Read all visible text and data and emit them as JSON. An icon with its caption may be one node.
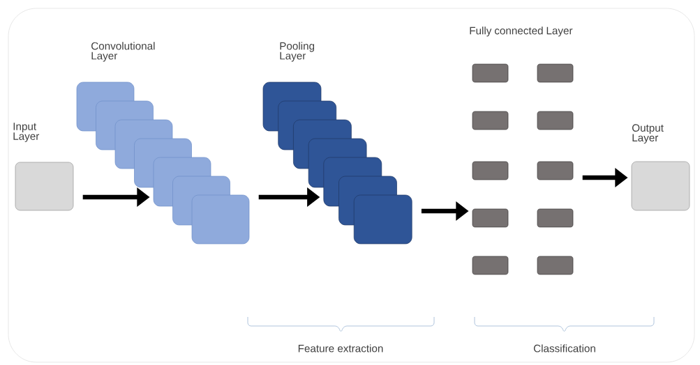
{
  "diagram": {
    "nodes": [
      {
        "text": [
          "Input Layer"
        ]
      },
      {
        "text": [
          "Convolutional Layer"
        ]
      },
      {
        "text": [],
        "shape": "box"
      },
      {
        "text": [],
        "shape": "box"
      },
      {
        "text": [],
        "shape": "box"
      },
      {
        "text": [],
        "shape": "box"
      },
      {
        "text": [],
        "shape": "box"
      },
      {
        "text": [],
        "shape": "box"
      },
      {
        "text": [
          "Pooling Layer"
        ]
      },
      {
        "text": [],
        "shape": "box"
      },
      {
        "text": [],
        "shape": "box"
      },
      {
        "text": [],
        "shape": "box"
      },
      {
        "text": [],
        "shape": "box"
      },
      {
        "text": [],
        "shape": "box"
      },
      {
        "text": [],
        "shape": "box"
      },
      {
        "text": [
          "Fully connected Layer"
        ]
      },
      {
        "text": [],
        "shape": "box"
      },
      {
        "text": [],
        "shape": "box"
      },
      {
        "text": [],
        "shape": "box"
      },
      {
        "text": [],
        "shape": "box"
      },
      {
        "text": [],
        "shape": "box"
      },
      {
        "text": [],
        "shape": "box"
      },
      {
        "text": [],
        "shape": "box"
      },
      {
        "text": [],
        "shape": "box"
      },
      {
        "text": [],
        "shape": "box"
      },
      {
        "text": [
          "Output Layer"
        ]
      }
    ],
    "edges": [
      {
        "from": 0,
        "to": 5,
        "arrow": "to"
      },
      {
        "from": 7,
        "to": 12,
        "arrow": "to"
      },
      {
        "from": 14,
        "to": 21,
        "arrow": "to"
      },
      {
        "from": 20,
        "to": 25,
        "arrow": "to"
      }
    ],
    "labels": [
      "Feature extraction",
      "Classification"
    ]
  }
}
